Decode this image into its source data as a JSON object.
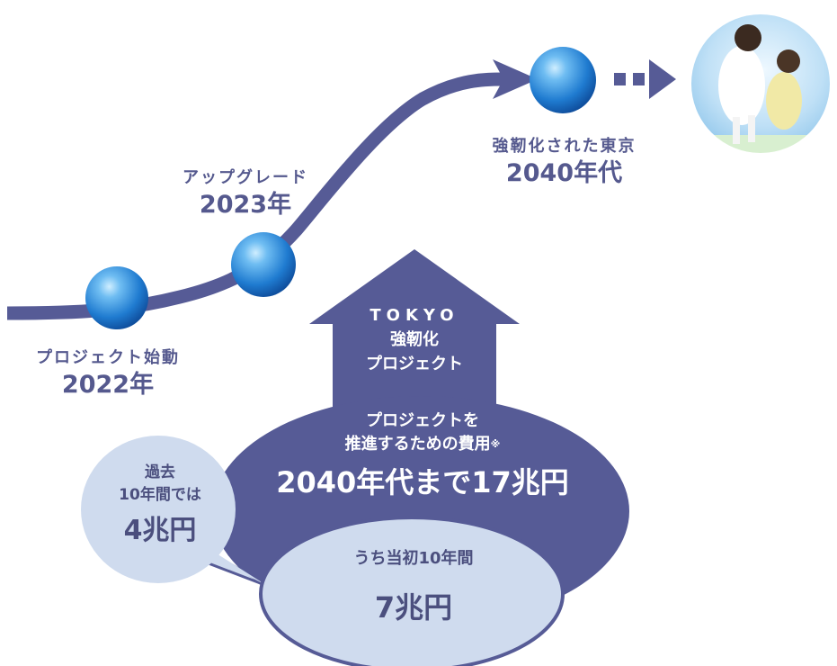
{
  "colors": {
    "navy": "#565b96",
    "text": "#55598e",
    "light_bubble": "#cfdbee",
    "sphere": "#1f7bd0"
  },
  "milestones": [
    {
      "name": "プロジェクト始動",
      "year": "2022年"
    },
    {
      "name": "アップグレード",
      "year": "2023年"
    },
    {
      "name": "強靭化された東京",
      "year": "2040年代"
    }
  ],
  "arrow": {
    "line1": "TOKYO",
    "line2": "強靭化",
    "line3": "プロジェクト"
  },
  "cost": {
    "line1": "プロジェクトを",
    "line2": "推進するための費用",
    "note_mark": "※",
    "total": "2040年代まで17兆円"
  },
  "past": {
    "line1": "過去",
    "line2": "10年間では",
    "amount": "4兆円"
  },
  "initial": {
    "label": "うち当初10年間",
    "amount": "7兆円"
  },
  "icons": {
    "future_photo": "children-running-photo",
    "dotted_arrow": "dotted-arrow-icon"
  }
}
